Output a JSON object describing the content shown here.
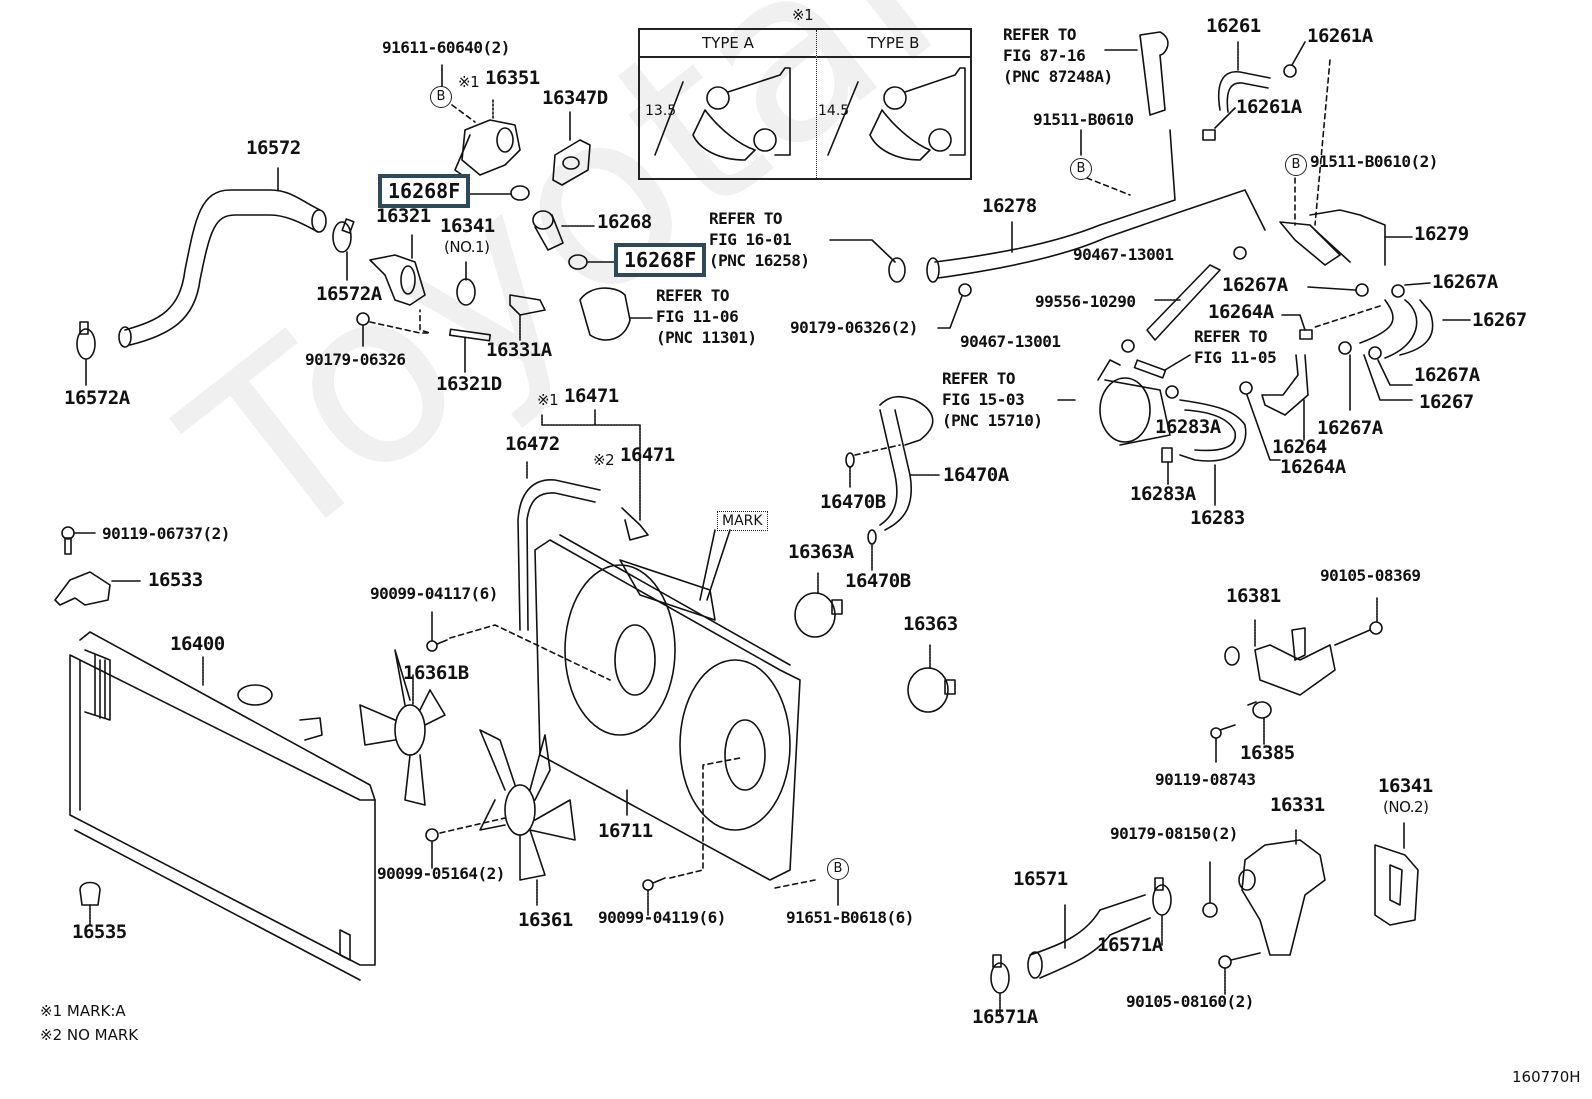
{
  "diagram": {
    "figure_id": "160770H",
    "watermark": "ToyotaPartsInfo",
    "notes": [
      "※1 MARK:A",
      "※2 NO MARK"
    ],
    "type_box": {
      "title": "※1",
      "type_a": {
        "label": "TYPE A",
        "dimension": "13.5"
      },
      "type_b": {
        "label": "TYPE B",
        "dimension": "14.5"
      }
    },
    "mark_label": "MARK",
    "bolt_ref_symbol": "B",
    "highlighted_parts": [
      "16268F",
      "16268F"
    ],
    "labels": {
      "p91611": "91611-60640(2)",
      "p16351_prefix": "※1",
      "p16351": "16351",
      "p16347D": "16347D",
      "p16572": "16572",
      "p16321": "16321",
      "p16341_1": "16341",
      "p16341_1_sub": "(NO.1)",
      "p16268": "16268",
      "p16572A_1": "16572A",
      "p16572A_2": "16572A",
      "p90179_06326": "90179-06326",
      "p16321D": "16321D",
      "p16331A": "16331A",
      "ref_16_01": "REFER TO\nFIG 16-01\n(PNC 16258)",
      "ref_11_06": "REFER TO\nFIG 11-06\n(PNC 11301)",
      "p90179_06326_2": "90179-06326(2)",
      "ref_87_16": "REFER TO\nFIG 87-16\n(PNC 87248A)",
      "p16261": "16261",
      "p16261A_1": "16261A",
      "p16261A_2": "16261A",
      "p91511_B0610": "91511-B0610",
      "p91511_B0610_2": "91511-B0610(2)",
      "p16278": "16278",
      "p16279": "16279",
      "p90467_13001_1": "90467-13001",
      "p90467_13001_2": "90467-13001",
      "p99556_10290": "99556-10290",
      "p16267A_1": "16267A",
      "p16267A_2": "16267A",
      "p16267A_3": "16267A",
      "p16267A_4": "16267A",
      "p16264A_1": "16264A",
      "p16264A_2": "16264A",
      "p16267_1": "16267",
      "p16267_2": "16267",
      "p16264": "16264",
      "ref_11_05": "REFER TO\nFIG 11-05",
      "ref_15_03": "REFER TO\nFIG 15-03\n(PNC 15710)",
      "p16283A_1": "16283A",
      "p16283A_2": "16283A",
      "p16283": "16283",
      "p16470A": "16470A",
      "p16470B_1": "16470B",
      "p16470B_2": "16470B",
      "p16471_1_prefix": "※1",
      "p16471_1": "16471",
      "p16471_2_prefix": "※2",
      "p16471_2": "16471",
      "p16472": "16472",
      "p90119_06737": "90119-06737(2)",
      "p16533": "16533",
      "p90099_04117": "90099-04117(6)",
      "p16400": "16400",
      "p16361B": "16361B",
      "p16363A": "16363A",
      "p16363": "16363",
      "p16535": "16535",
      "p90099_05164": "90099-05164(2)",
      "p16361": "16361",
      "p16711": "16711",
      "p90099_04119": "90099-04119(6)",
      "p91651_B0618": "91651-B0618(6)",
      "p16381": "16381",
      "p90105_08369": "90105-08369",
      "p16385": "16385",
      "p90119_08743": "90119-08743",
      "p16331": "16331",
      "p16341_2": "16341",
      "p16341_2_sub": "(NO.2)",
      "p90179_08150": "90179-08150(2)",
      "p16571": "16571",
      "p16571A_1": "16571A",
      "p16571A_2": "16571A",
      "p90105_08160": "90105-08160(2)"
    }
  }
}
